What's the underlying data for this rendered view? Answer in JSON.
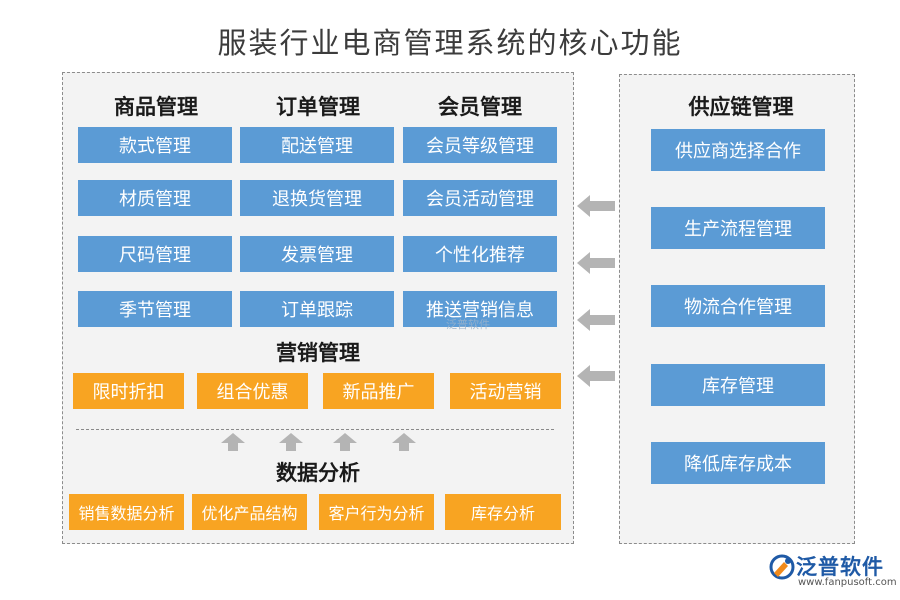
{
  "title": "服装行业电商管理系统的核心功能",
  "left_panel": {
    "columns": [
      {
        "heading": "商品管理",
        "items": [
          "款式管理",
          "材质管理",
          "尺码管理",
          "季节管理"
        ]
      },
      {
        "heading": "订单管理",
        "items": [
          "配送管理",
          "退换货管理",
          "发票管理",
          "订单跟踪"
        ]
      },
      {
        "heading": "会员管理",
        "items": [
          "会员等级管理",
          "会员活动管理",
          "个性化推荐",
          "推送营销信息"
        ]
      }
    ],
    "marketing": {
      "heading": "营销管理",
      "items": [
        "限时折扣",
        "组合优惠",
        "新品推广",
        "活动营销"
      ]
    },
    "analysis": {
      "heading": "数据分析",
      "items": [
        "销售数据分析",
        "优化产品结构",
        "客户行为分析",
        "库存分析"
      ]
    }
  },
  "right_panel": {
    "heading": "供应链管理",
    "items": [
      "供应商选择合作",
      "生产流程管理",
      "物流合作管理",
      "库存管理",
      "降低库存成本"
    ]
  },
  "watermark": "泛普软件",
  "brand": {
    "name": "泛普软件",
    "url": "www.fanpusoft.com"
  },
  "colors": {
    "blue_box": "#5b9bd5",
    "orange_box": "#f8a422",
    "arrow": "#b4b4b4",
    "panel_bg": "#f3f3f3"
  },
  "icons": {
    "arrow_up": "arrow-up-icon",
    "arrow_left": "arrow-left-icon",
    "brand_logo": "fanpu-logo-icon"
  }
}
